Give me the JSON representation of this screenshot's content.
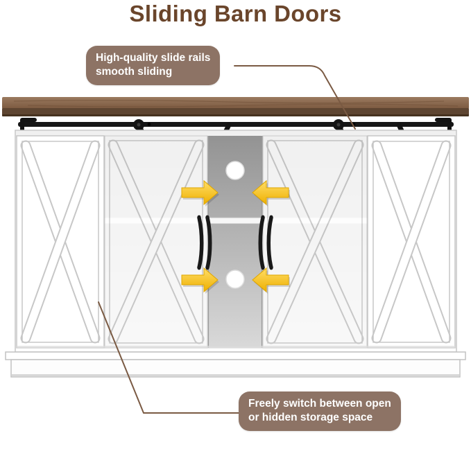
{
  "page": {
    "title": "Sliding Barn Doors"
  },
  "callouts": {
    "slide_rails": {
      "line1": "High-quality slide rails",
      "line2": "smooth sliding"
    },
    "storage": {
      "line1": "Freely switch between open",
      "line2": "or hidden storage space"
    }
  },
  "colors": {
    "title_text": "#6a452b",
    "callout_bg": "#8d7365",
    "callout_text": "#ffffff",
    "leader_line": "#7a5a43",
    "arrow_yellow": "#f2b705",
    "wood_top": "#8a6749",
    "rail_black": "#161616",
    "cabinet_body": "#ffffff",
    "interior_gray": "#b5b5b5"
  }
}
